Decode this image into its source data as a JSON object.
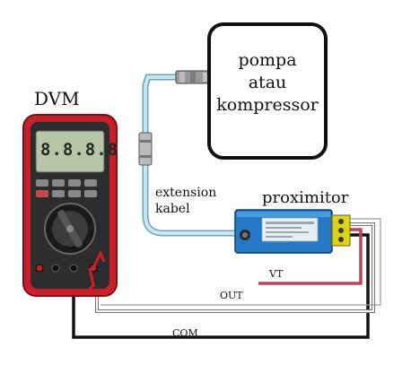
{
  "labels": {
    "dvm": "DVM",
    "proximitor": "proximitor",
    "extension_line1": "extension",
    "extension_line2": "kabel",
    "vt": "VT",
    "out": "OUT",
    "com": "COM"
  },
  "pump_box": {
    "lines": [
      "pompa",
      "atau",
      "kompressor"
    ]
  },
  "dvm_display": "8.8.8.8",
  "colors": {
    "meter_body": "#c8202a",
    "cable": "#a9d3e3",
    "proximitor_body": "#1f78c8",
    "wire_vt": "#c0415a",
    "wire_com": "#111111"
  }
}
